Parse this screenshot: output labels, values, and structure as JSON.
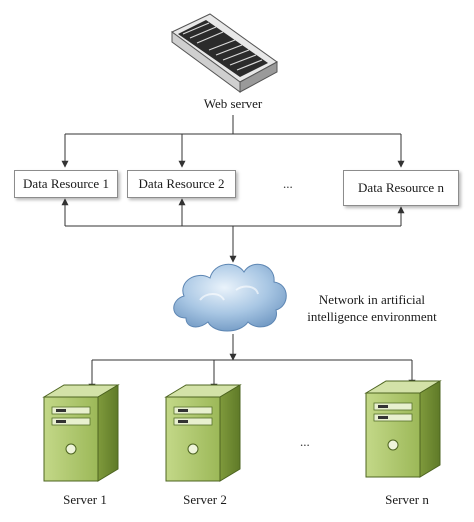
{
  "web_server": {
    "label": "Web server",
    "icon": "rack-switch-icon"
  },
  "data_resources": [
    {
      "label": "Data Resource 1"
    },
    {
      "label": "Data Resource 2"
    },
    {
      "label": "Data Resource n"
    }
  ],
  "data_resources_ellipsis": "...",
  "network": {
    "label_line1": "Network in artificial",
    "label_line2": "intelligence environment",
    "icon": "cloud-icon"
  },
  "servers": [
    {
      "label": "Server 1",
      "icon": "tower-server-icon"
    },
    {
      "label": "Server 2",
      "icon": "tower-server-icon"
    },
    {
      "label": "Server n",
      "icon": "tower-server-icon"
    }
  ],
  "servers_ellipsis": "...",
  "colors": {
    "line": "#333333",
    "server_green_light": "#a9c46a",
    "server_green_dark": "#6f8a33",
    "cloud_blue": "#8fb5d9"
  }
}
